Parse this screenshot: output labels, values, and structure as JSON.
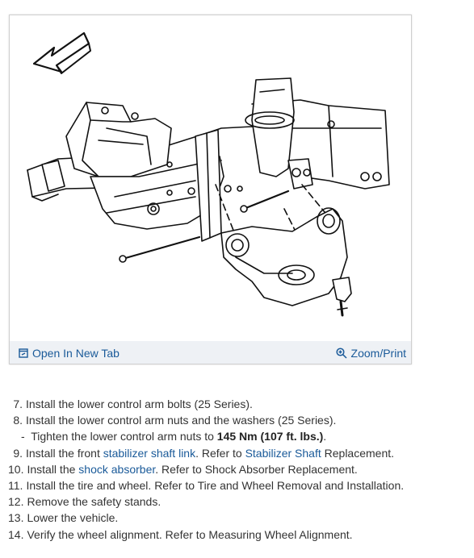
{
  "figure": {
    "open_new_tab": "Open In New Tab",
    "zoom_print": "Zoom/Print"
  },
  "steps": {
    "s7": {
      "num": "7.",
      "text": "Install the lower control arm bolts (25 Series)."
    },
    "s8": {
      "num": "8.",
      "text": "Install the lower control arm nuts and the washers (25 Series)."
    },
    "sub": {
      "dash": "-",
      "pre": "Tighten the lower control arm nuts to ",
      "bold": "145 Nm (107 ft. lbs.)",
      "post": "."
    },
    "s9": {
      "num": "9.",
      "pre": "Install the front ",
      "link1": "stabilizer shaft link",
      "mid": ". Refer to ",
      "link2": "Stabilizer Shaft",
      "post": " Replacement."
    },
    "s10": {
      "num": "10.",
      "pre": "Install the ",
      "link": "shock absorber",
      "post": ". Refer to Shock Absorber Replacement."
    },
    "s11": {
      "num": "11.",
      "text": "Install the tire and wheel. Refer to Tire and Wheel Removal and Installation."
    },
    "s12": {
      "num": "12.",
      "text": "Remove the safety stands."
    },
    "s13": {
      "num": "13.",
      "text": "Lower the vehicle."
    },
    "s14": {
      "num": "14.",
      "text": "Verify the wheel alignment. Refer to Measuring Wheel Alignment."
    }
  },
  "colors": {
    "link": "#1a5a99",
    "text": "#333333",
    "bar": "#eef1f5"
  },
  "icons": [
    "open-new-tab-icon",
    "zoom-icon",
    "direction-arrow-icon"
  ]
}
